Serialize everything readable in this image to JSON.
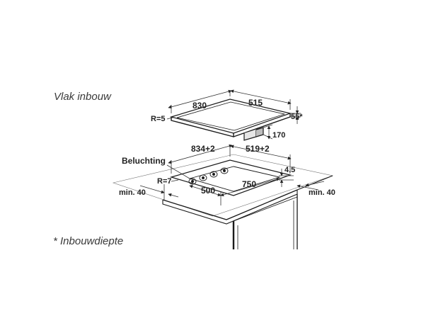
{
  "captions": {
    "title": "Vlak inbouw",
    "note": "* Inbouwdiepte"
  },
  "dimensions": {
    "hob_width": "830",
    "hob_depth": "515",
    "hob_radius": "R=5",
    "hob_height": "55*",
    "box_height": "170",
    "cutout_width": "834+2",
    "cutout_depth": "519+2",
    "ventilation": "Beluchting",
    "recess_depth": "4,5",
    "cutout_radius": "R=7",
    "inner_width": "500",
    "inner_depth": "750",
    "min_left": "min. 40",
    "min_right": "min. 40"
  },
  "colors": {
    "line": "#1a1a1a",
    "dim_line": "#333333"
  }
}
